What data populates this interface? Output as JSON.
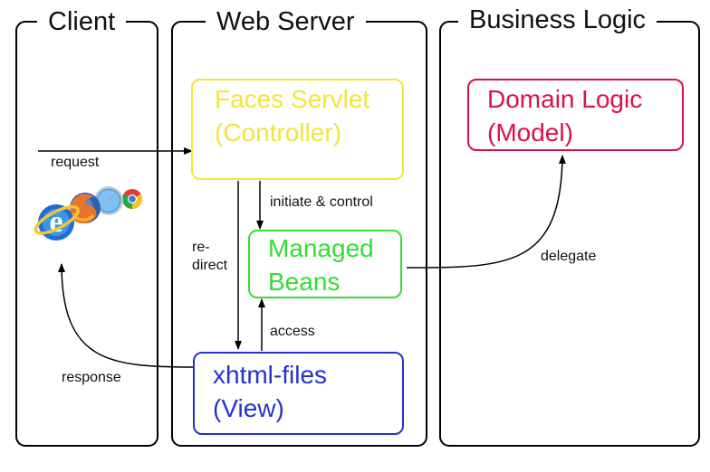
{
  "columns": {
    "client": "Client",
    "web_server": "Web Server",
    "business_logic": "Business Logic"
  },
  "nodes": {
    "faces_servlet": {
      "line1": "Faces Servlet",
      "line2": "(Controller)",
      "color": "#f5e33b"
    },
    "managed_beans": {
      "line1": "Managed",
      "line2": "Beans",
      "color": "#33dd33"
    },
    "xhtml_files": {
      "line1": "xhtml-files",
      "line2": "(View)",
      "color": "#2233cc"
    },
    "domain_logic": {
      "line1": "Domain Logic",
      "line2": "(Model)",
      "color": "#dd1144"
    }
  },
  "edges": {
    "request": "request",
    "initiate_control": "initiate & control",
    "redirect_1": "re-",
    "redirect_2": "direct",
    "access": "access",
    "delegate": "delegate",
    "response": "response"
  },
  "icons": [
    "internet-explorer-icon",
    "firefox-icon",
    "safari-icon",
    "chrome-icon"
  ]
}
